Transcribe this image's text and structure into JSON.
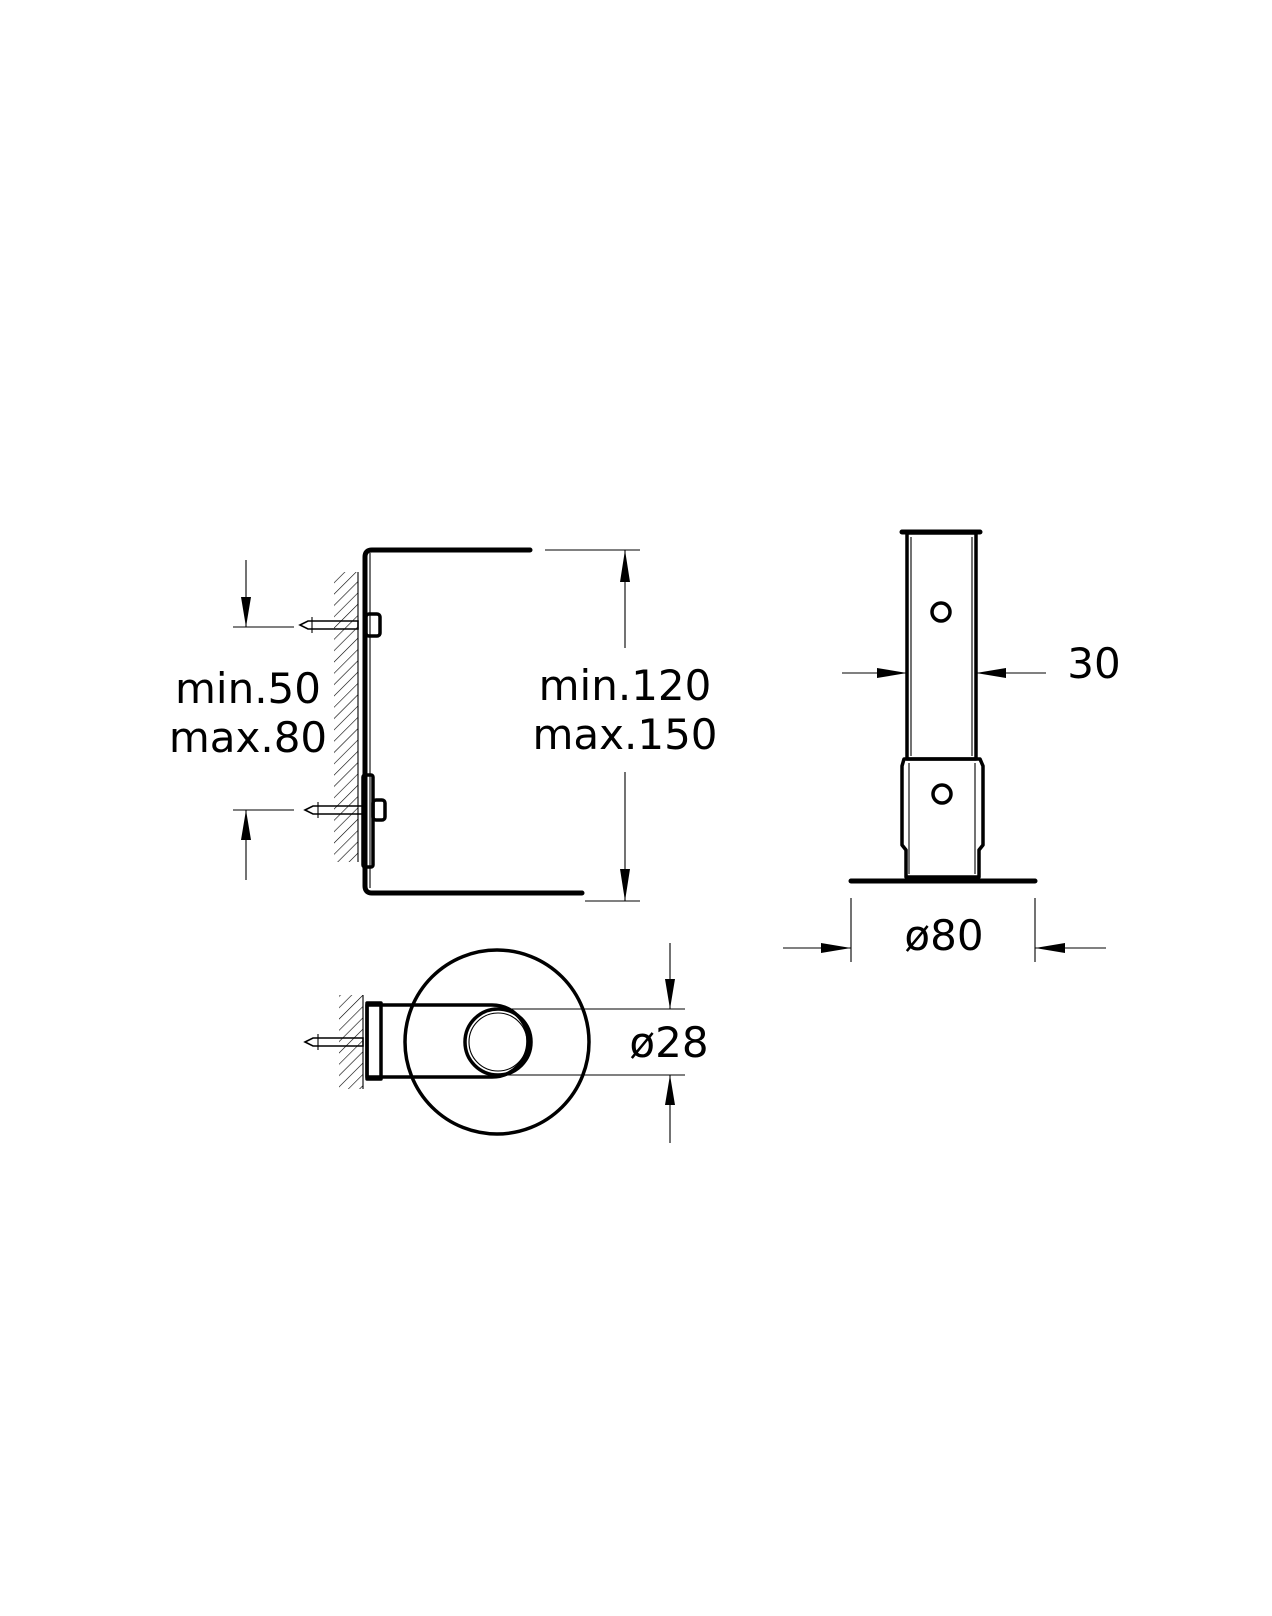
{
  "labels": {
    "fixing_distance_min": "min.50",
    "fixing_distance_max": "max.80",
    "projection_min": "min.120",
    "projection_max": "max.150",
    "tube_width": "30",
    "rosette_diameter": "ø80",
    "roll_bar_diameter": "ø28"
  },
  "colors": {
    "line": "#000000",
    "background": "#ffffff"
  }
}
